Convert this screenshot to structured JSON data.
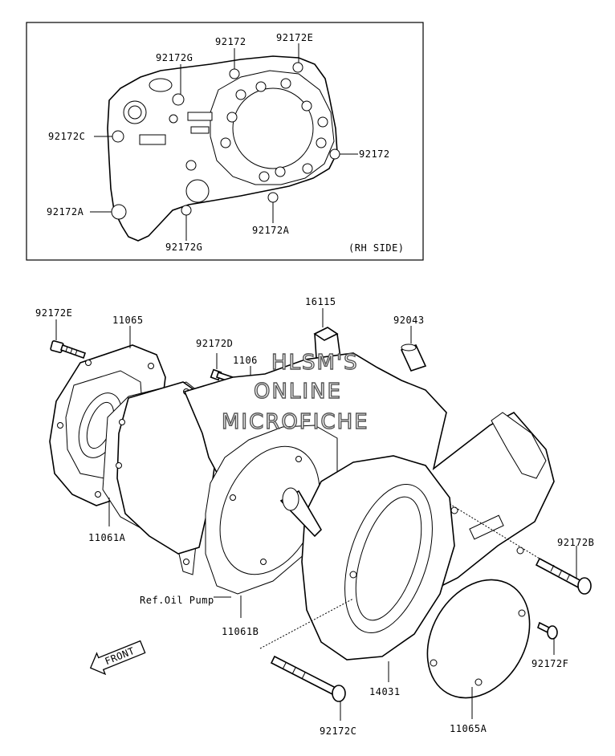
{
  "inset": {
    "caption": "(RH SIDE)",
    "labels": {
      "l1": "92172",
      "l2": "92172E",
      "l3": "92172G",
      "l4": "92172C",
      "l5": "92172",
      "l6": "92172A",
      "l7": "92172G",
      "l8": "92172A"
    }
  },
  "main": {
    "labels": {
      "p92172E": "92172E",
      "p11065": "11065",
      "p16115": "16115",
      "p92043": "92043",
      "p92172D": "92172D",
      "p1106x": "1106",
      "p11061A": "11061A",
      "p92172B": "92172B",
      "pRefOil": "Ref.Oil Pump",
      "p11061B": "11061B",
      "p92172F": "92172F",
      "p14031": "14031",
      "p92172C": "92172C",
      "p11065A": "11065A"
    },
    "front_arrow": "FRONT"
  },
  "watermark": {
    "line1": "HLSM'S",
    "line2": "ONLINE",
    "line3": "MICROFICHE"
  }
}
